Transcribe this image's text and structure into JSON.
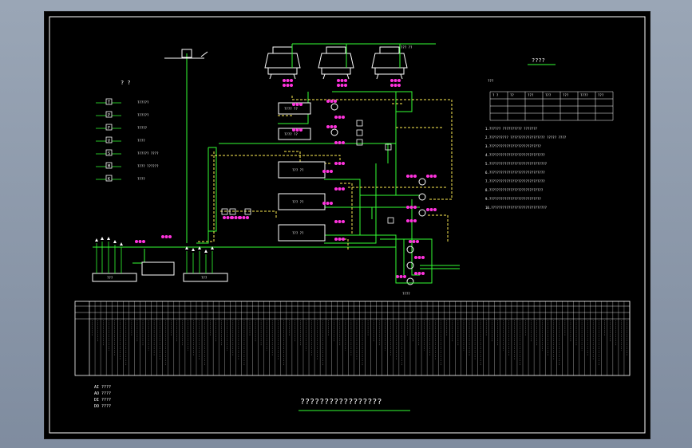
{
  "legend": {
    "title": "? ?",
    "items": [
      {
        "symbol": "T",
        "text": "??????"
      },
      {
        "symbol": "P",
        "text": "??????"
      },
      {
        "symbol": "F",
        "text": "?????"
      },
      {
        "symbol": "V",
        "text": "????"
      },
      {
        "symbol": "S",
        "text": "?????? ????"
      },
      {
        "symbol": "M",
        "text": "???? ??????"
      },
      {
        "symbol": "K",
        "text": "????"
      }
    ]
  },
  "notes": {
    "title": "????",
    "top_label": "???",
    "table_header": [
      "? ?",
      "??",
      "???",
      "???",
      "???",
      "????",
      "???"
    ],
    "lines": [
      "1.?????? ?????????? ???????",
      "2.?????????? ?????????????????? ????? ????",
      "3.???????????????????????????",
      "4.?????????????????????????????",
      "5.??????????????????????????????",
      "6.?????????????????????????????",
      "7.?????????????????????????????",
      "8.????????????????????????????",
      "9.???????????????????????????",
      "10.?????????????????????????????"
    ]
  },
  "io_legend": [
    "AI  ????",
    "AO  ????",
    "DI  ????",
    "DO  ????"
  ],
  "drawing_title": "?????????????????",
  "equipment": {
    "chiller_label": "???? ??",
    "pump_label": "????",
    "cabinet_left": "???",
    "cabinet_right": "???",
    "heat_exchanger": "??? ??",
    "tower_label": "??? ??"
  }
}
